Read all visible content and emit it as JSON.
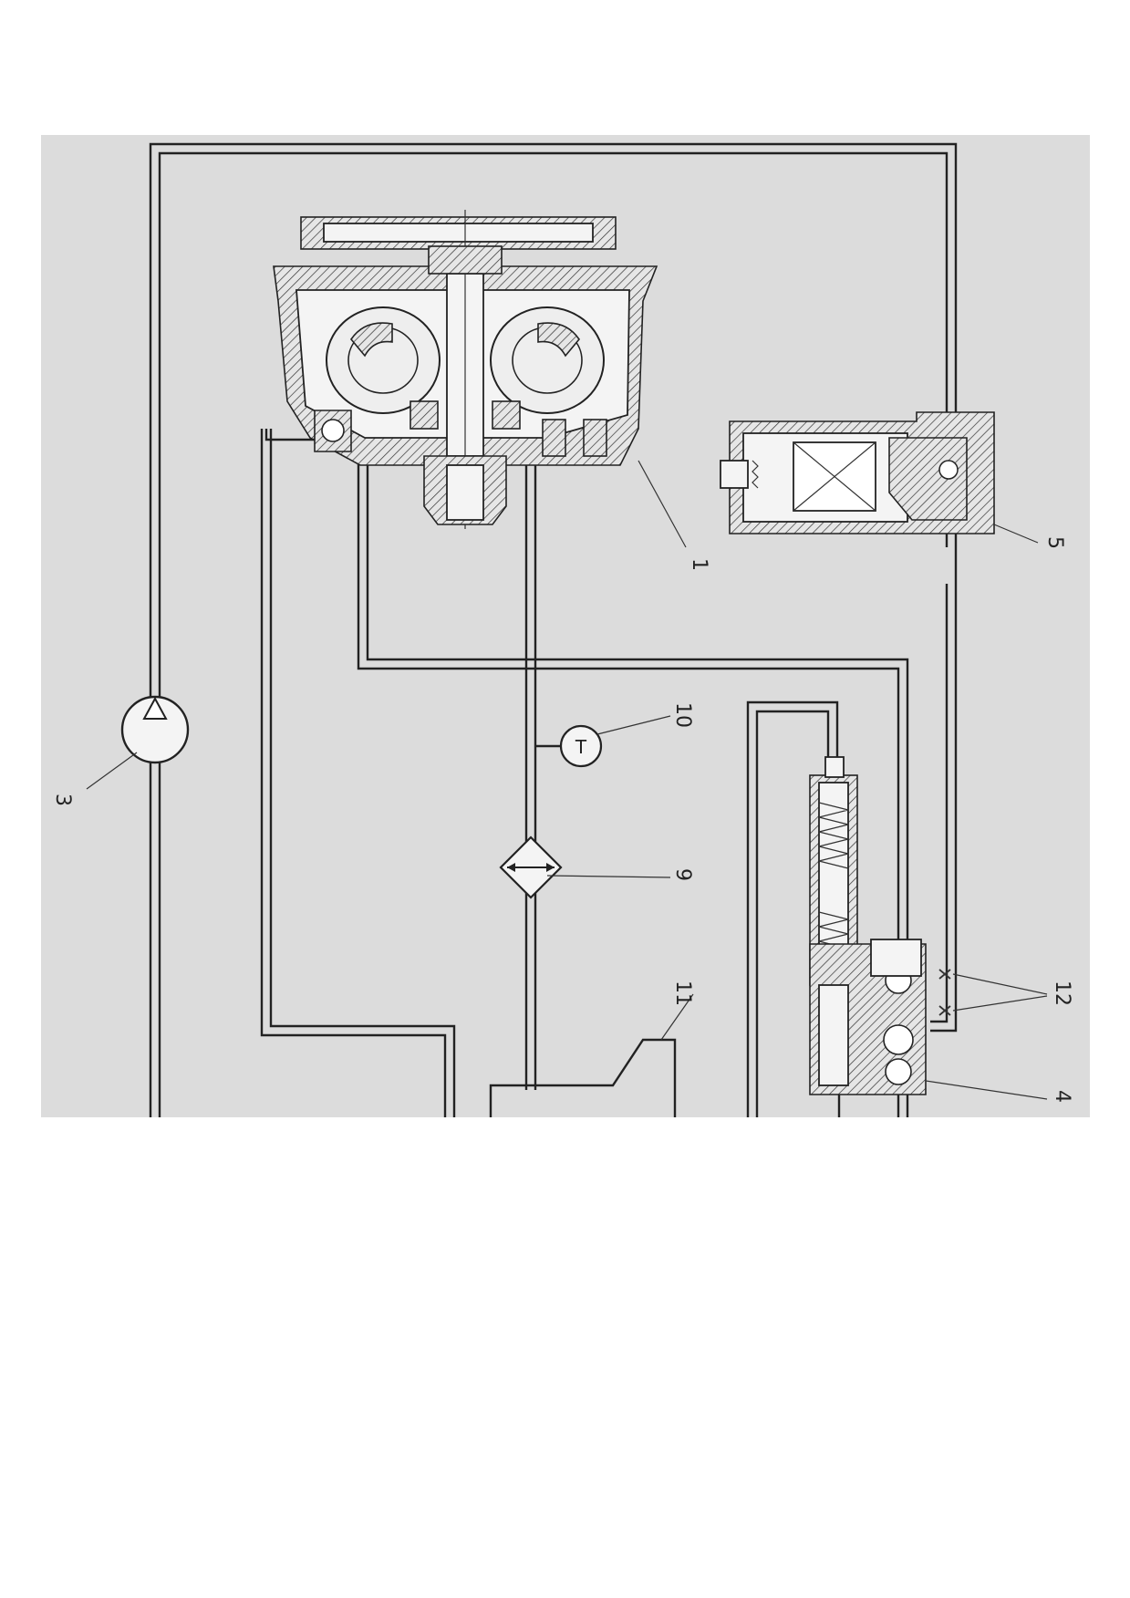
{
  "diagram": {
    "components": [
      {
        "id": "1",
        "label": "1",
        "icon": "fluid-coupling-section-icon"
      },
      {
        "id": "3",
        "label": "3",
        "icon": "pump-symbol-icon"
      },
      {
        "id": "4",
        "label": "4",
        "icon": "pressure-valve-section-icon"
      },
      {
        "id": "5",
        "label": "5",
        "icon": "solenoid-valve-section-icon"
      },
      {
        "id": "9",
        "label": "9",
        "icon": "heat-exchanger-symbol-icon"
      },
      {
        "id": "10",
        "label": "10",
        "icon": "thermometer-symbol-icon"
      },
      {
        "id": "11",
        "label": "11",
        "icon": "tank-icon"
      },
      {
        "id": "12",
        "label": "12",
        "icon": "orifice-marks-icon"
      }
    ],
    "thermometer_symbol": "T",
    "colors": {
      "background": "#dcdcdc",
      "line": "#222222"
    }
  }
}
